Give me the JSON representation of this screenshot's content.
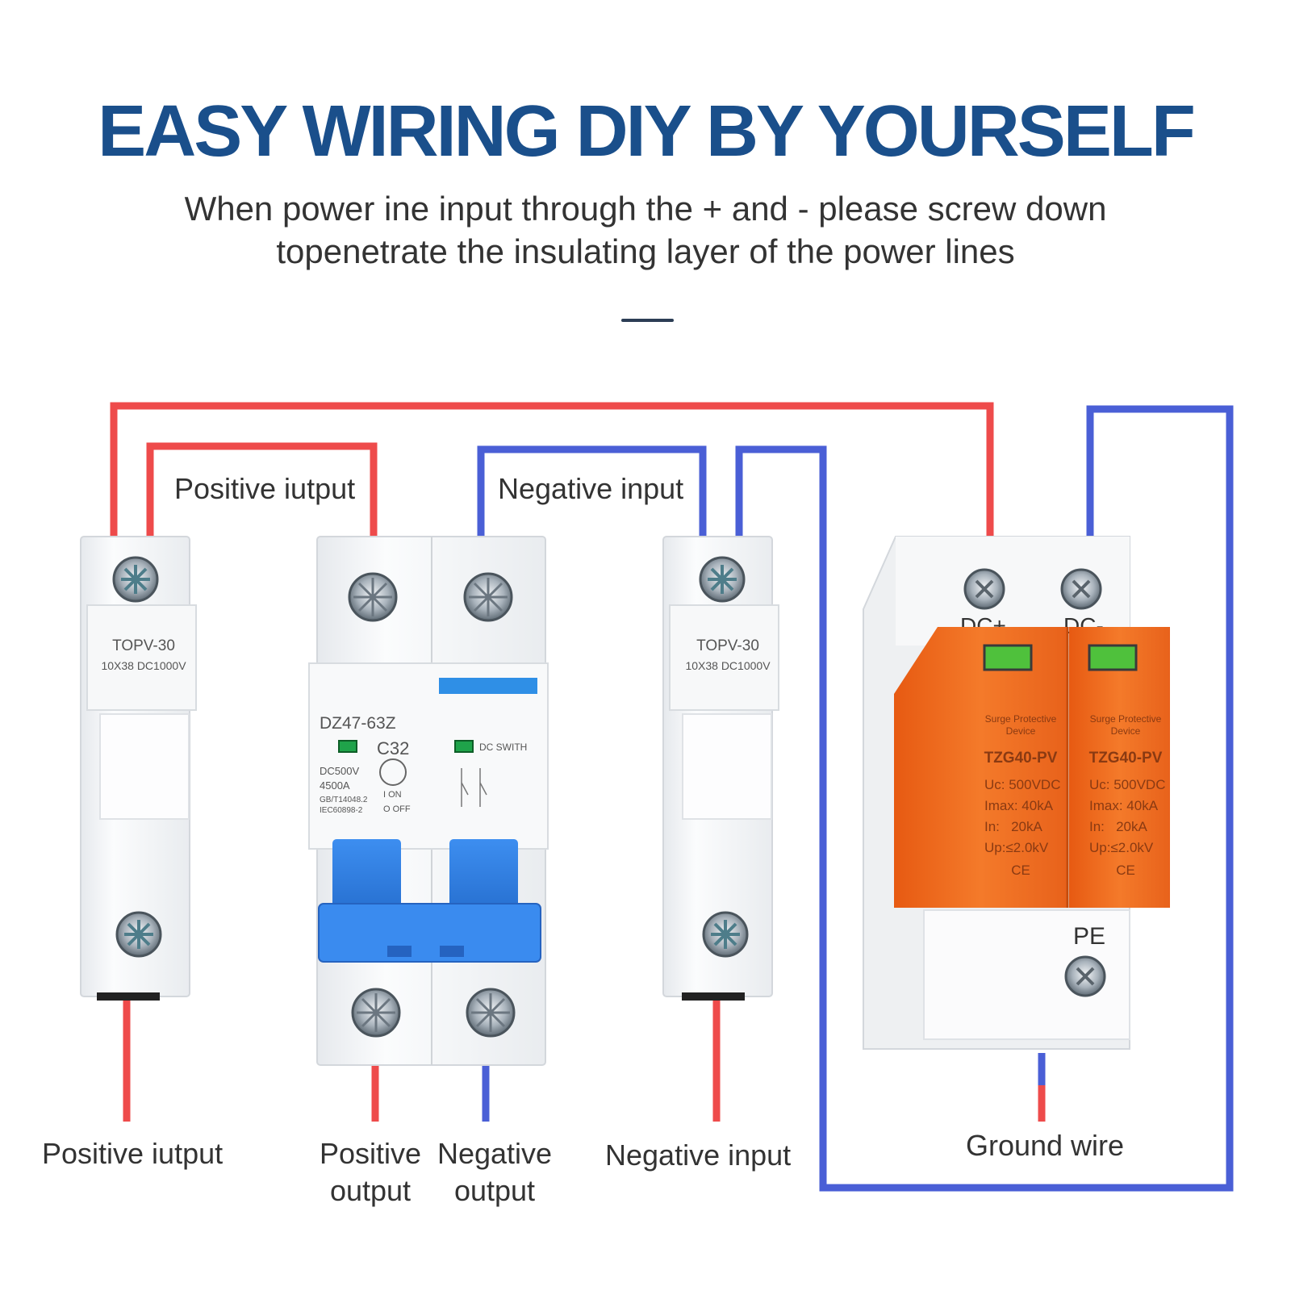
{
  "title": "EASY WIRING DIY BY YOURSELF",
  "subtitle_line1": "When power ine input through the + and - please screw down",
  "subtitle_line2": "topenetrate the insulating layer of the power lines",
  "colors": {
    "title": "#1a4f8b",
    "positive_wire": "#ee4b4b",
    "negative_wire": "#4a5fd6",
    "spd_orange": "#ef6a1e",
    "breaker_blue": "#2d7fe0"
  },
  "labels": {
    "top_positive": "Positive iutput",
    "top_negative": "Negative input",
    "bottom_positive": "Positive iutput",
    "bottom_pos_out_1": "Positive",
    "bottom_pos_out_2": "output",
    "bottom_neg_out_1": "Negative",
    "bottom_neg_out_2": "output",
    "bottom_negative": "Negative input",
    "ground": "Ground wire"
  },
  "fuse": {
    "model": "TOPV-30",
    "spec": "10X38 DC1000V"
  },
  "breaker": {
    "model": "DZ47-63Z",
    "rating": "C32",
    "voltage": "DC500V",
    "capacity": "4500A",
    "standard1": "GB/T14048.2",
    "standard2": "IEC60898-2",
    "on": "I ON",
    "off": "O OFF",
    "switch_label": "DC SWITH"
  },
  "spd": {
    "terminal_plus": "DC+",
    "terminal_minus": "DC-",
    "pe": "PE",
    "line1": "Surge Protective",
    "line2": "Device",
    "model": "TZG40-PV",
    "uc": "Uc: 500VDC",
    "imax": "Imax: 40kA",
    "in": "In:   20kA",
    "up": "Up:≤2.0kV",
    "mark": "CE"
  }
}
